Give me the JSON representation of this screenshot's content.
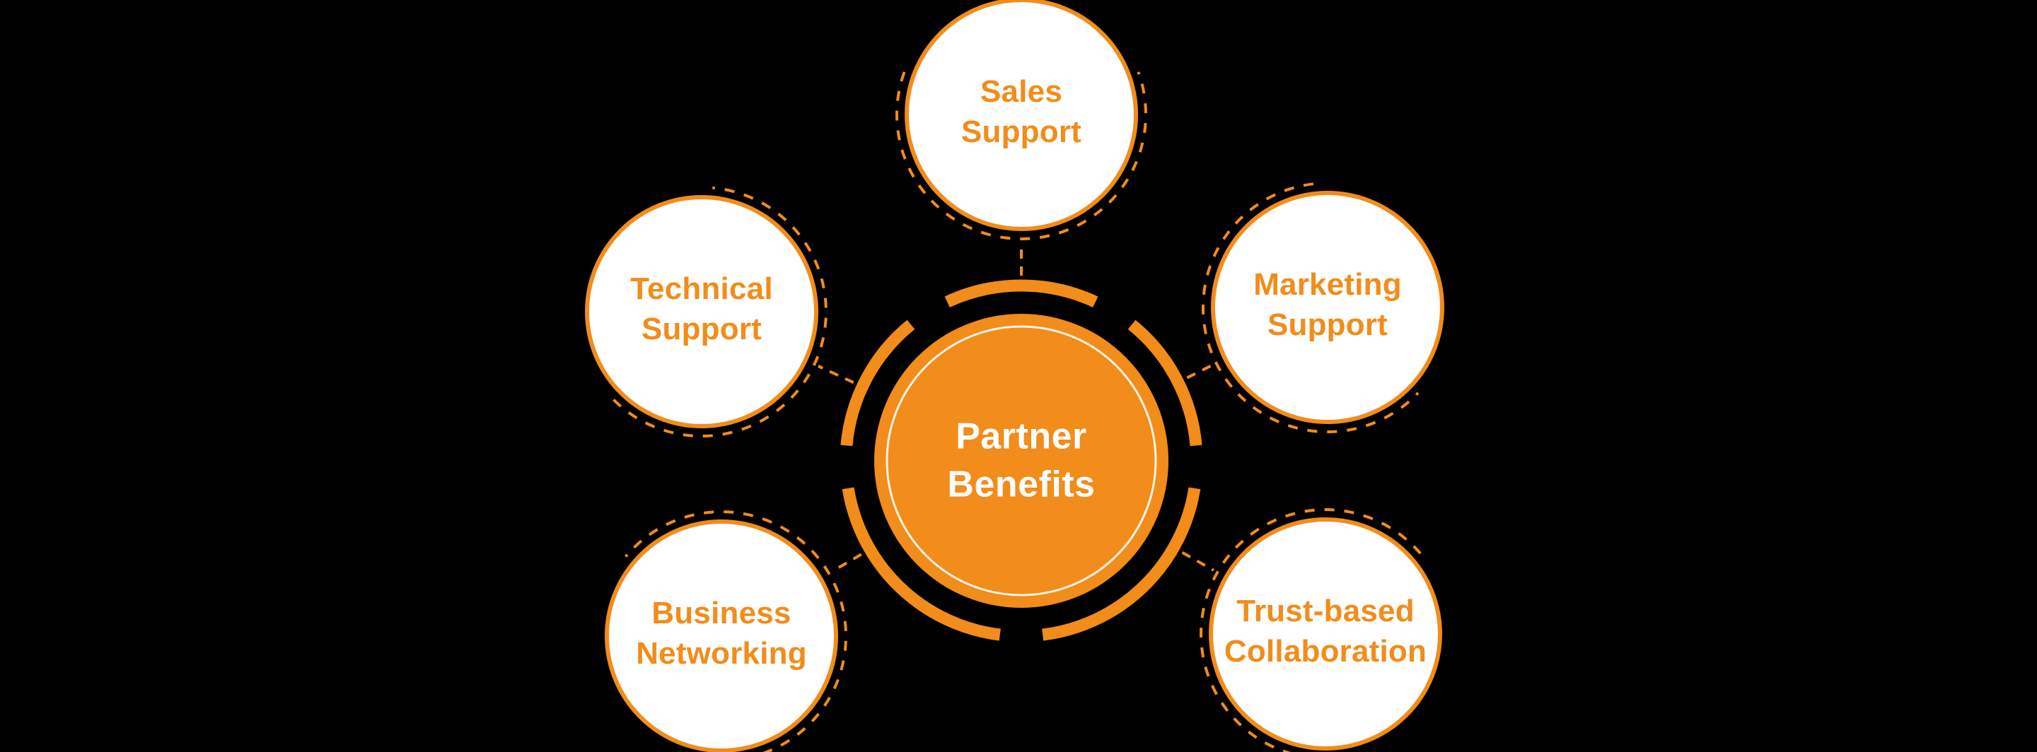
{
  "colors": {
    "background": "#000000",
    "accent_orange": "#F28C1A",
    "node_fill": "#FFFFFF",
    "hub_text": "#FFFFFF"
  },
  "hub": {
    "label": "Partner\nBenefits"
  },
  "nodes": [
    {
      "id": "sales-support",
      "label": "Sales\nSupport"
    },
    {
      "id": "technical-support",
      "label": "Technical\nSupport"
    },
    {
      "id": "marketing-support",
      "label": "Marketing\nSupport"
    },
    {
      "id": "business-networking",
      "label": "Business\nNetworking"
    },
    {
      "id": "trust-based-collaboration",
      "label": "Trust-based\nCollaboration"
    }
  ]
}
